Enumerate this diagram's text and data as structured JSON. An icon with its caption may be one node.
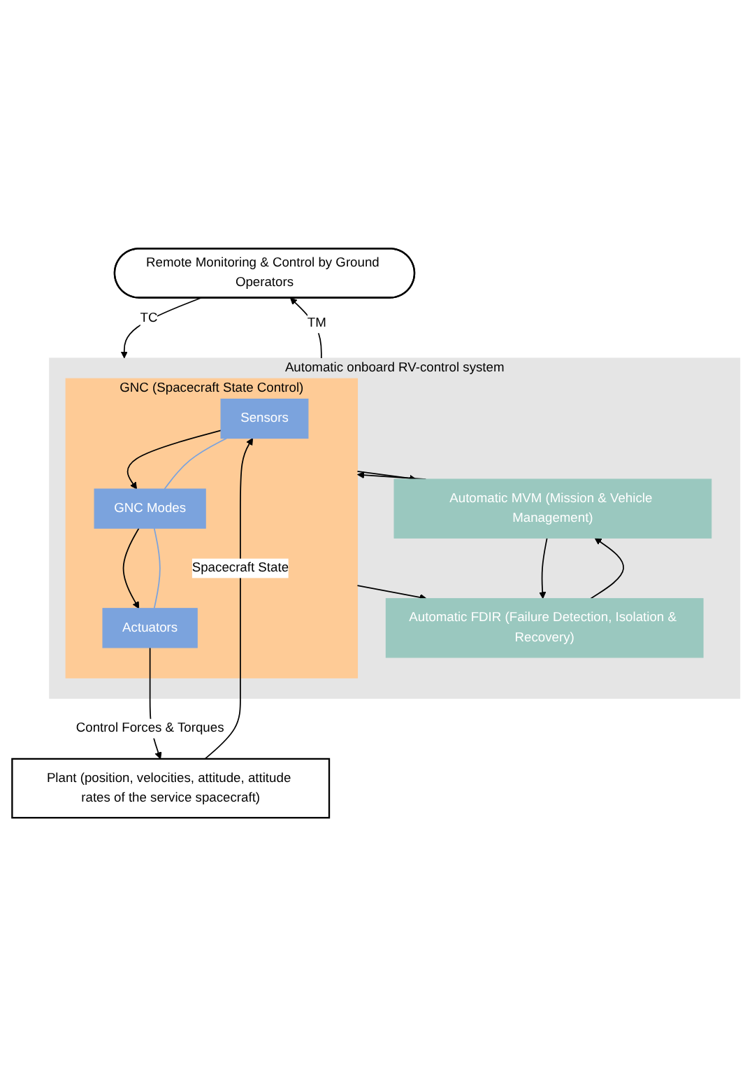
{
  "diagram": {
    "nodes": [
      {
        "text": [
          "Remote Monitoring & Control by Ground Operators"
        ]
      },
      {
        "text": [
          "Automatic onboard RV-control system"
        ]
      },
      {
        "text": [
          "Automatic FDIR (Failure Detection, Isolation & Recovery)"
        ],
        "in": 1
      },
      {
        "text": [
          "Automatic MVM (Mission & Vehicle Management)"
        ],
        "in": 1
      },
      {
        "text": [
          "GNC (Spacecraft State Control)"
        ],
        "in": 1
      },
      {
        "text": [
          "Sensors"
        ],
        "in": 4
      },
      {
        "text": [
          "GNC Modes"
        ],
        "in": 4
      },
      {
        "text": [
          "Actuators"
        ],
        "in": 4
      },
      {
        "text": [
          "Plant (position, velocities, attitude, attitude rates of the service spacecraft)"
        ]
      }
    ],
    "edges": [
      {
        "from": 0,
        "to": 1,
        "arrow": "to",
        "label": "TC"
      },
      {
        "from": 1,
        "to": 0,
        "arrow": "to",
        "label": "TM"
      },
      {
        "from": 2,
        "to": 3,
        "arrow": "to"
      },
      {
        "from": 3,
        "to": 2,
        "arrow": "to"
      },
      {
        "from": 3,
        "to": 4,
        "arrow": "to"
      },
      {
        "from": 4,
        "to": 3,
        "arrow": "to"
      },
      {
        "from": 4,
        "to": 2,
        "arrow": "to"
      },
      {
        "from": 5,
        "to": 6,
        "arrow": "to"
      },
      {
        "from": 6,
        "to": 7,
        "arrow": "to"
      },
      {
        "from": 5,
        "to": 6,
        "arrow": "none",
        "color": "#7ba3dd"
      },
      {
        "from": 6,
        "to": 7,
        "arrow": "none",
        "color": "#7ba3dd"
      },
      {
        "from": 7,
        "to": 8,
        "arrow": "to",
        "label": "Control Forces & Torques"
      },
      {
        "from": 8,
        "to": 5,
        "arrow": "to",
        "label": "Spacecraft State"
      }
    ]
  }
}
